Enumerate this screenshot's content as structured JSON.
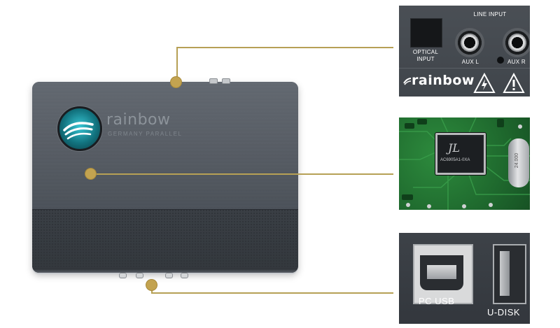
{
  "device": {
    "brand": "rainbow",
    "brand_sub": "GERMANY PARALLEL"
  },
  "panel_inputs": {
    "line_input": "LINE INPUT",
    "optical_input": "OPTICAL INPUT",
    "aux_l": "AUX L",
    "aux_r": "AUX R",
    "brand": "rainbow",
    "warning_icon_1": "high-voltage-icon",
    "warning_icon_2": "caution-icon"
  },
  "panel_pcb": {
    "chip_logo": "JL",
    "chip_label": "AC6905A1-0XA",
    "crystal_label": "24.000"
  },
  "panel_usb": {
    "pc_usb": "PC USB",
    "u_disk": "U-DISK"
  },
  "colors": {
    "accent_gold": "#c3a350",
    "device_body": "#4d535a"
  }
}
